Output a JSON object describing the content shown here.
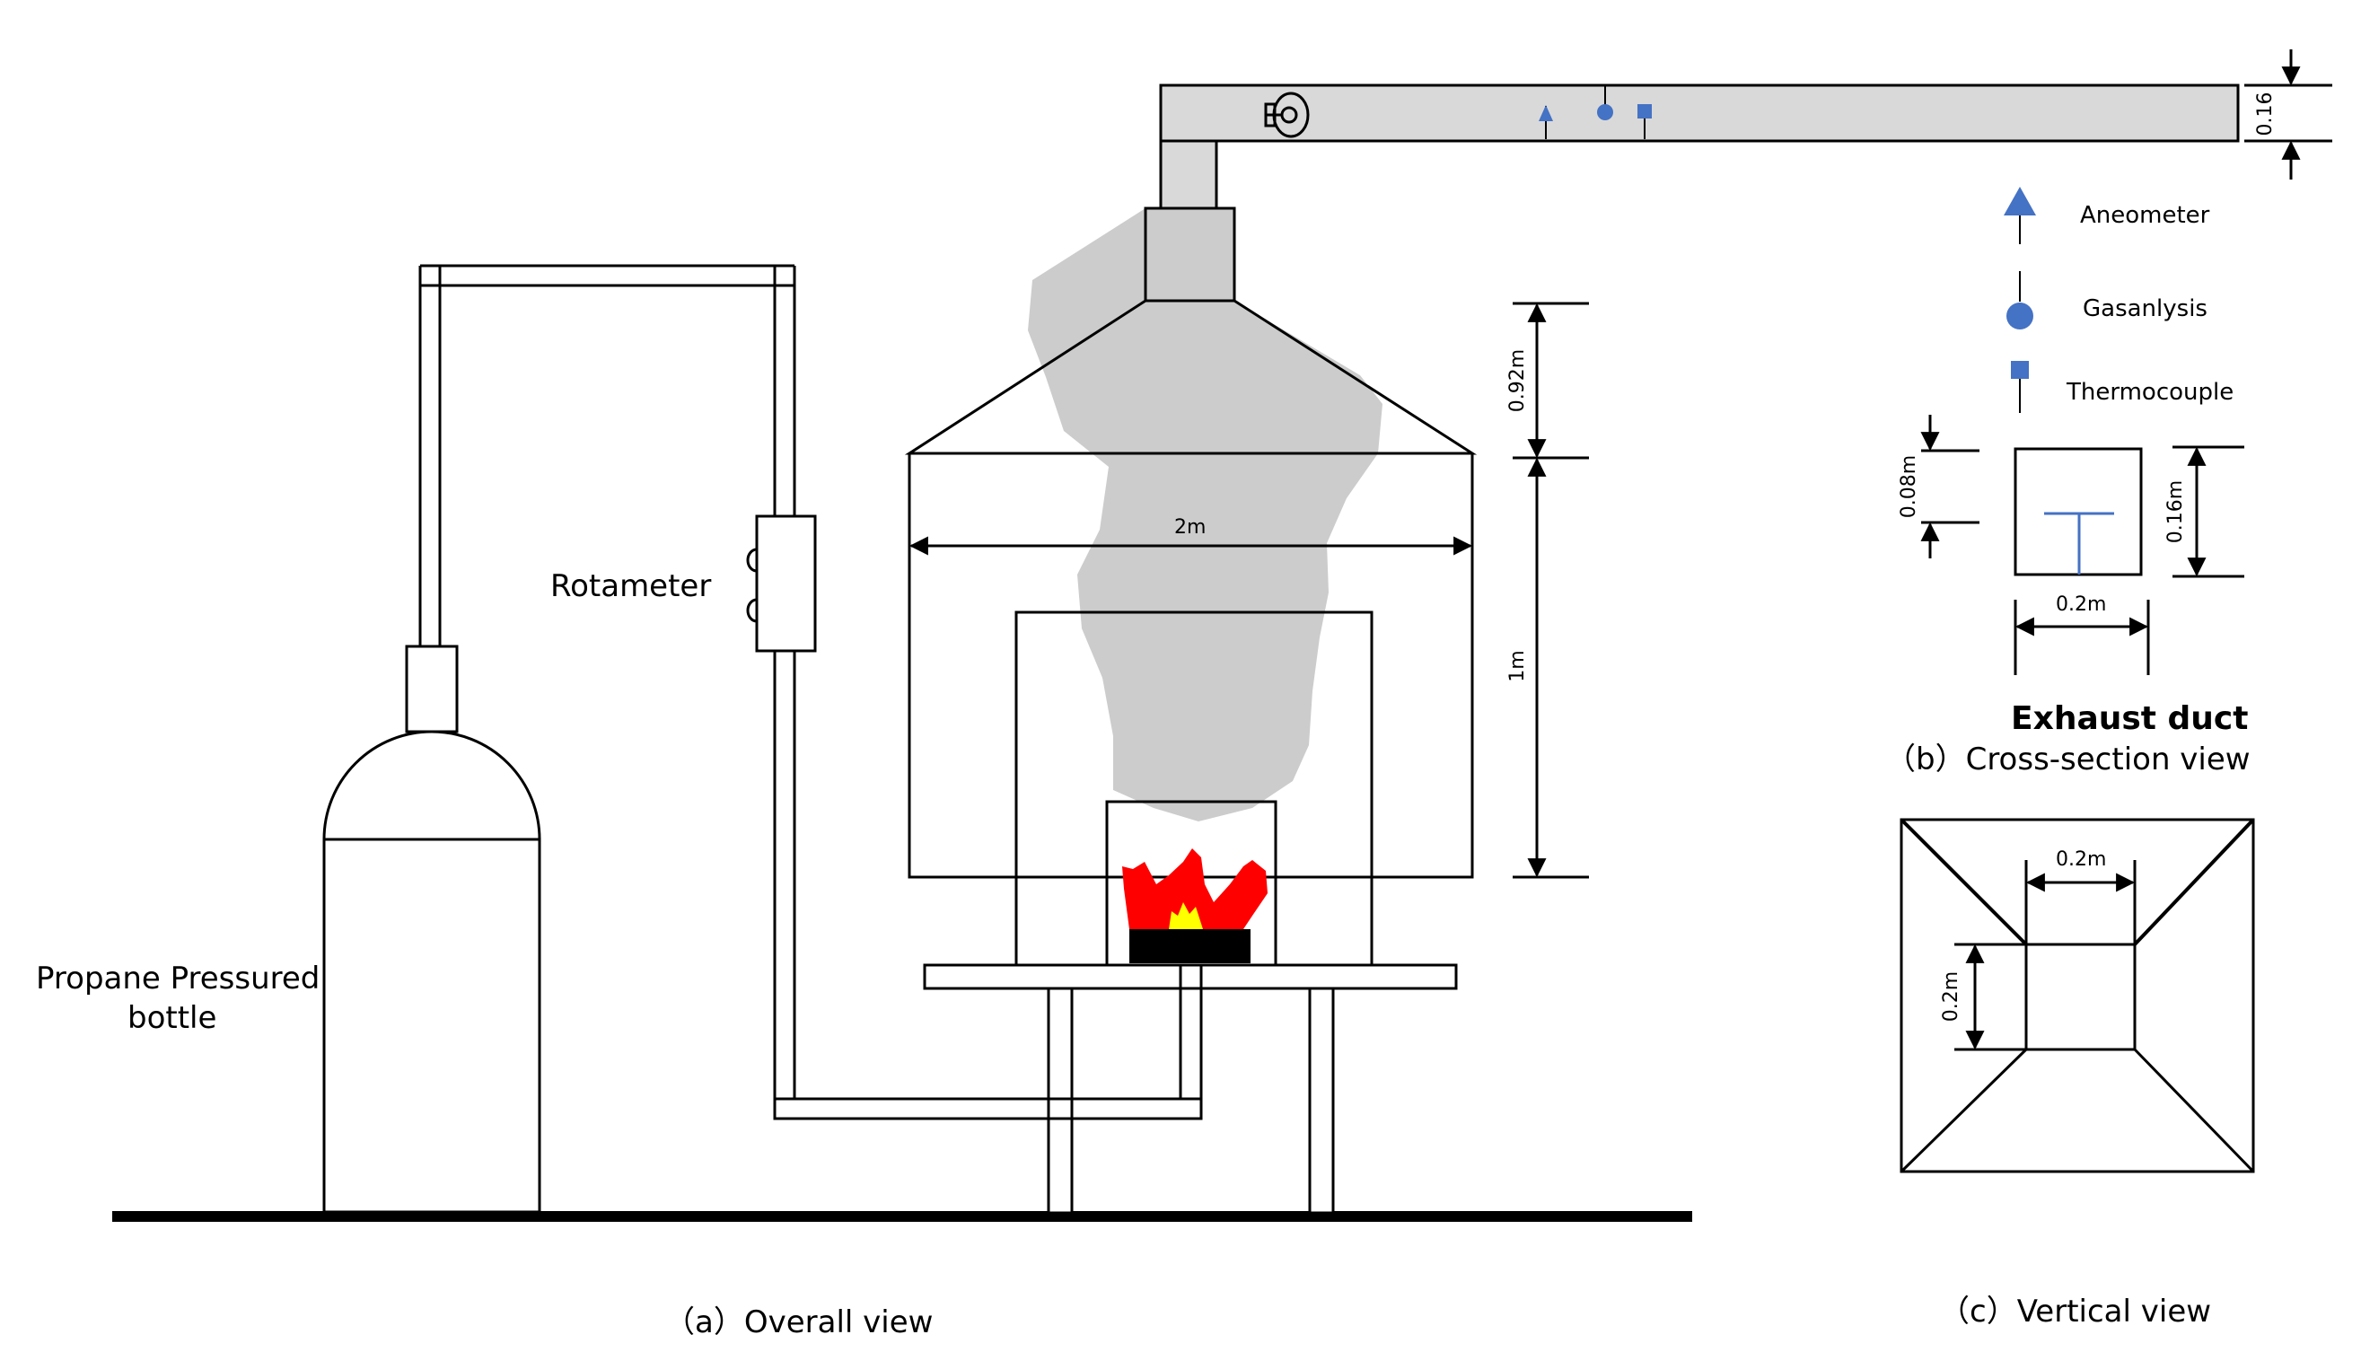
{
  "labels": {
    "rotameter": "Rotameter",
    "bottle_line1": "Propane Pressured",
    "bottle_line2": "bottle",
    "anemometer": "Aneometer",
    "gas_analysis": "Gasanlysis",
    "thermocouple": "Thermocouple",
    "exhaust_duct": "Exhaust duct"
  },
  "captions": {
    "a": "（a）Overall view",
    "b": "（b）Cross-section view",
    "c": "（c）Vertical view"
  },
  "dimensions": {
    "hood_width": "2m",
    "hood_cone_height": "0.92m",
    "hood_skirt_height": "1m",
    "duct_height": "0.16",
    "probe_depth": "0.08m",
    "section_height": "0.16m",
    "section_width": "0.2m",
    "vertical_top_width": "0.2m",
    "vertical_side_width": "0.2m"
  },
  "colors": {
    "duct_fill": "#d9d9d9",
    "smoke": "#cccccc",
    "flame_outer": "#ff0000",
    "flame_inner": "#ffff00",
    "burner": "#000000",
    "sensor_blue": "#4472c4"
  }
}
